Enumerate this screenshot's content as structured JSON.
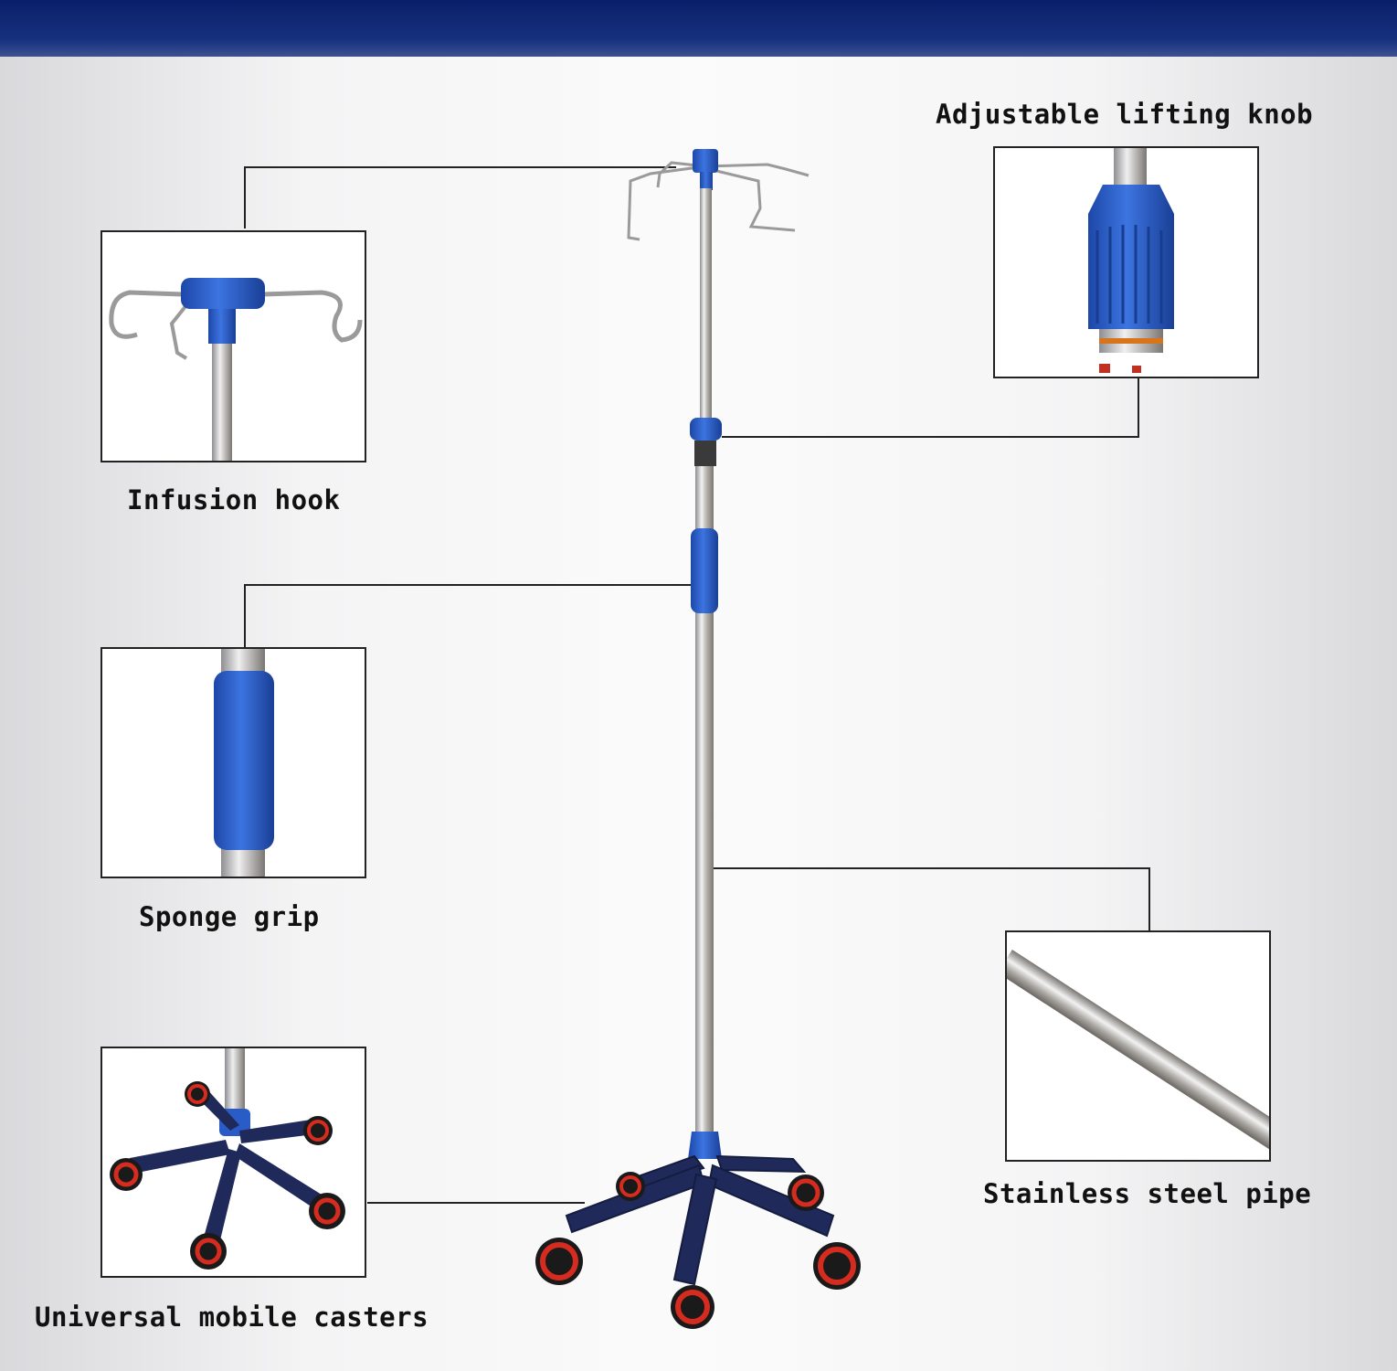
{
  "header": {
    "color": "#13286f"
  },
  "accent_colors": {
    "blue": "#2a5cc8",
    "steel": "#b8b8bc",
    "navy_base": "#1f2a5a",
    "caster_red": "#d62c20"
  },
  "labels": {
    "infusion_hook": "Infusion hook",
    "sponge_grip": "Sponge grip",
    "casters": "Universal mobile casters",
    "lifting_knob": "Adjustable lifting knob",
    "steel_pipe": "Stainless steel pipe"
  }
}
